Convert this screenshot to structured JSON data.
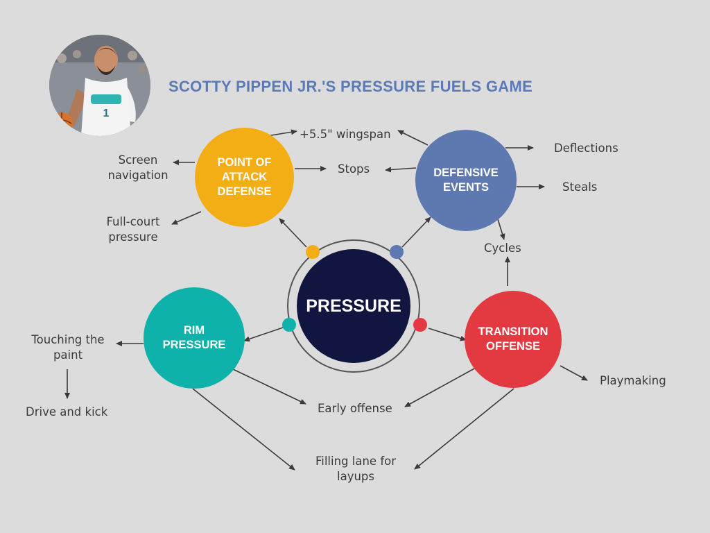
{
  "title": "SCOTTY PIPPEN JR.'S PRESSURE FUELS GAME",
  "nodes": {
    "center": {
      "label": "PRESSURE",
      "color": "#111640"
    },
    "point_of_attack": {
      "label": "POINT OF\nATTACK\nDEFENSE",
      "color": "#f2ae14"
    },
    "defensive_events": {
      "label": "DEFENSIVE\nEVENTS",
      "color": "#5e78b0"
    },
    "rim_pressure": {
      "label": "RIM\nPRESSURE",
      "color": "#0fb2aa"
    },
    "transition_offense": {
      "label": "TRANSITION\nOFFENSE",
      "color": "#e33a41"
    }
  },
  "labels": {
    "wingspan": "+5.5\" wingspan",
    "screen_navigation": "Screen\nnavigation",
    "full_court_pressure": "Full-court\npressure",
    "stops": "Stops",
    "deflections": "Deflections",
    "steals": "Steals",
    "cycles": "Cycles",
    "touching_the_paint": "Touching the\npaint",
    "drive_and_kick": "Drive and kick",
    "early_offense": "Early offense",
    "filling_lane": "Filling lane for\nlayups",
    "playmaking": "Playmaking"
  }
}
